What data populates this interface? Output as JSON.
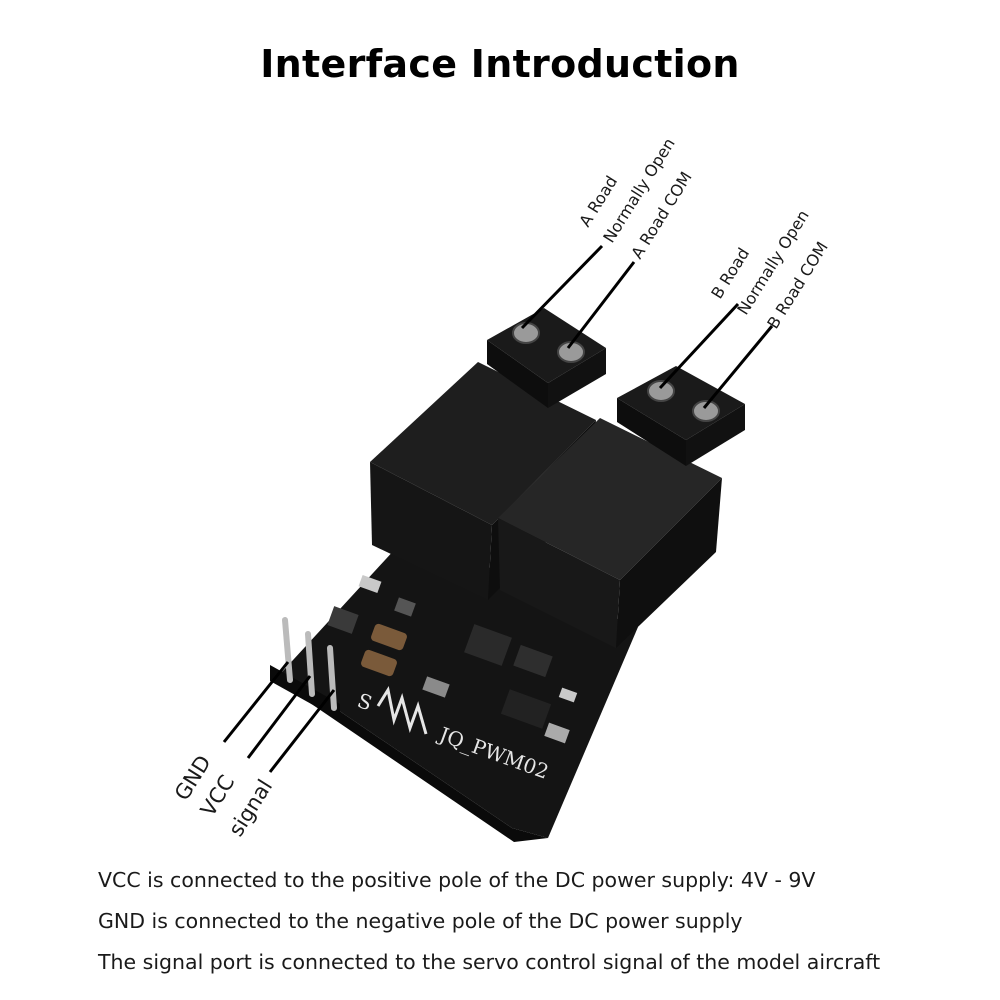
{
  "title": "Interface Introduction",
  "terminal_labels": {
    "a_road": "A Road",
    "a_normally_open": "Normally Open",
    "a_road_com": "A Road COM",
    "b_road": "B Road",
    "b_normally_open": "Normally Open",
    "b_road_com": "B Road COM"
  },
  "pin_labels": {
    "gnd": "GND",
    "vcc": "VCC",
    "signal": "signal"
  },
  "board": {
    "silkscreen": "JQ_PWM02",
    "s_mark": "S"
  },
  "descriptions": [
    "VCC is connected to the positive pole of the DC power supply: 4V - 9V",
    "GND is connected to the negative pole of the DC power supply",
    "The signal port is connected to the servo control signal of the model aircraft"
  ]
}
